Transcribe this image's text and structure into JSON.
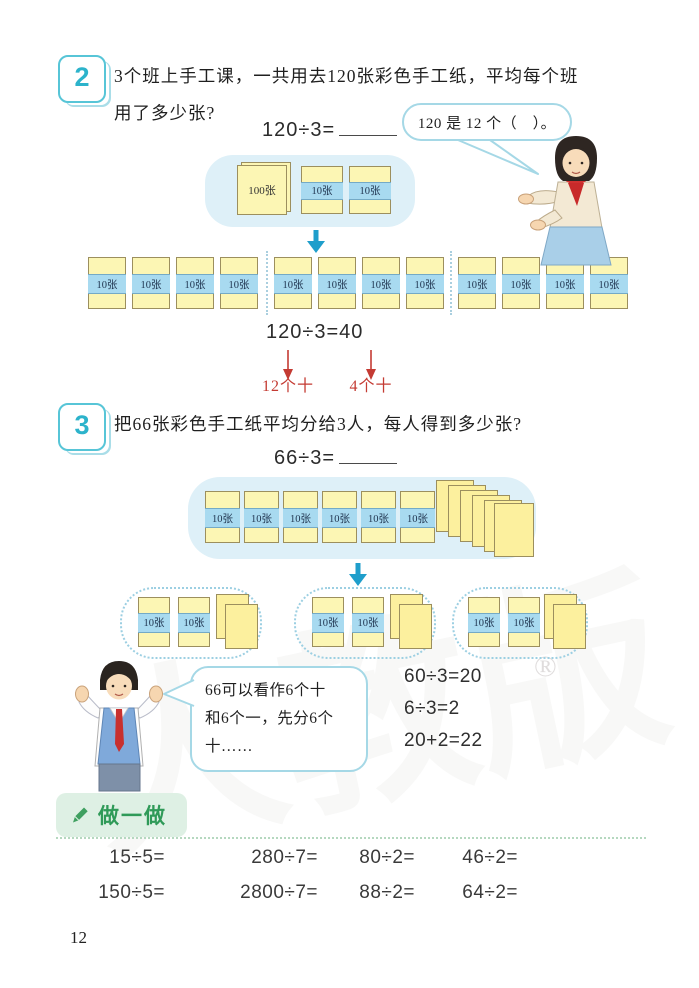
{
  "labels": {
    "b100": "100张",
    "b10": "10张"
  },
  "problem2": {
    "badge": "2",
    "line1": "3个班上手工课，一共用去120张彩色手工纸，平均每个班",
    "line2": "用了多少张?",
    "equation": "120÷3=",
    "bubble": "120 是 12 个（　）。",
    "result": "120÷3=40",
    "note_left": "12个十",
    "note_right": "4个十"
  },
  "problem3": {
    "badge": "3",
    "line1": "把66张彩色手工纸平均分给3人，每人得到多少张?",
    "equation": "66÷3=",
    "bubble_lines": [
      "66可以看作6个十",
      "和6个一，先分6个",
      "十……"
    ],
    "steps": [
      "60÷3=20",
      "6÷3=2",
      "20+2=22"
    ]
  },
  "practice": {
    "title": "做一做",
    "rows": [
      [
        "15÷5=",
        "280÷7=",
        "80÷2=",
        "46÷2="
      ],
      [
        "150÷5=",
        "2800÷7=",
        "88÷2=",
        "64÷2="
      ]
    ]
  },
  "watermark": {
    "text": "人教版",
    "reg": "®"
  },
  "page_number": "12",
  "colors": {
    "accent_teal": "#2cb3cb",
    "arrow_blue": "#1f9ecb",
    "note_red": "#c43b33",
    "practice_green": "#2f9a58",
    "bundle_yellow": "#fcf6b4",
    "band_blue": "#a8daf0",
    "panel_blue": "#def0f8"
  }
}
